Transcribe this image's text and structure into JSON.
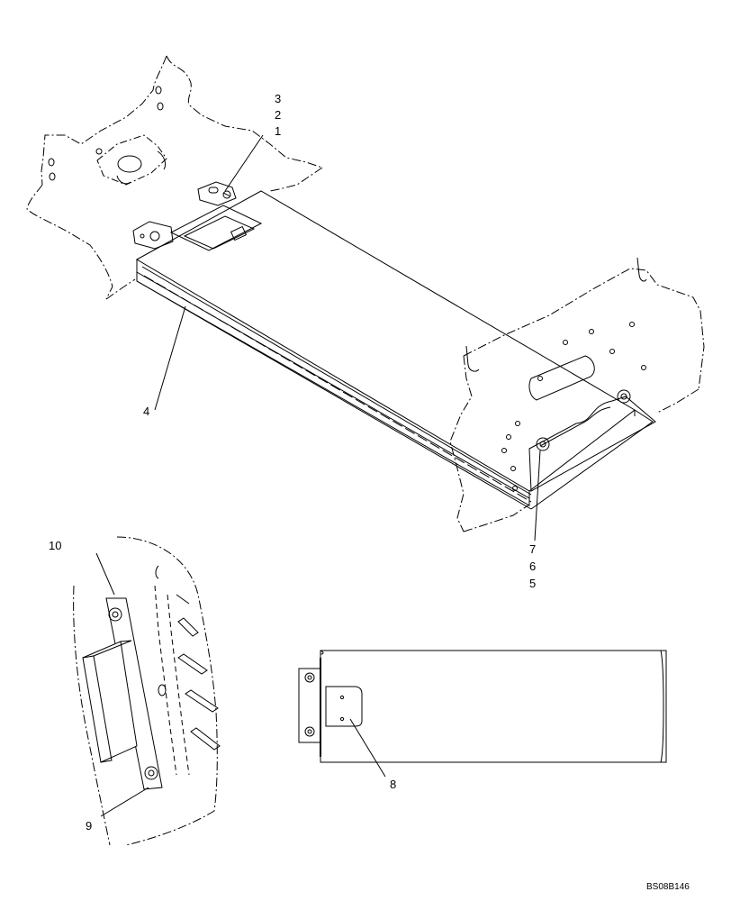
{
  "diagram": {
    "callouts": {
      "c1": "1",
      "c2": "2",
      "c3": "3",
      "c4": "4",
      "c5": "5",
      "c6": "6",
      "c7": "7",
      "c8": "8",
      "c9": "9",
      "c10": "10"
    },
    "reference_code": "BS08B146",
    "line_color": "#000000",
    "background": "#ffffff"
  }
}
